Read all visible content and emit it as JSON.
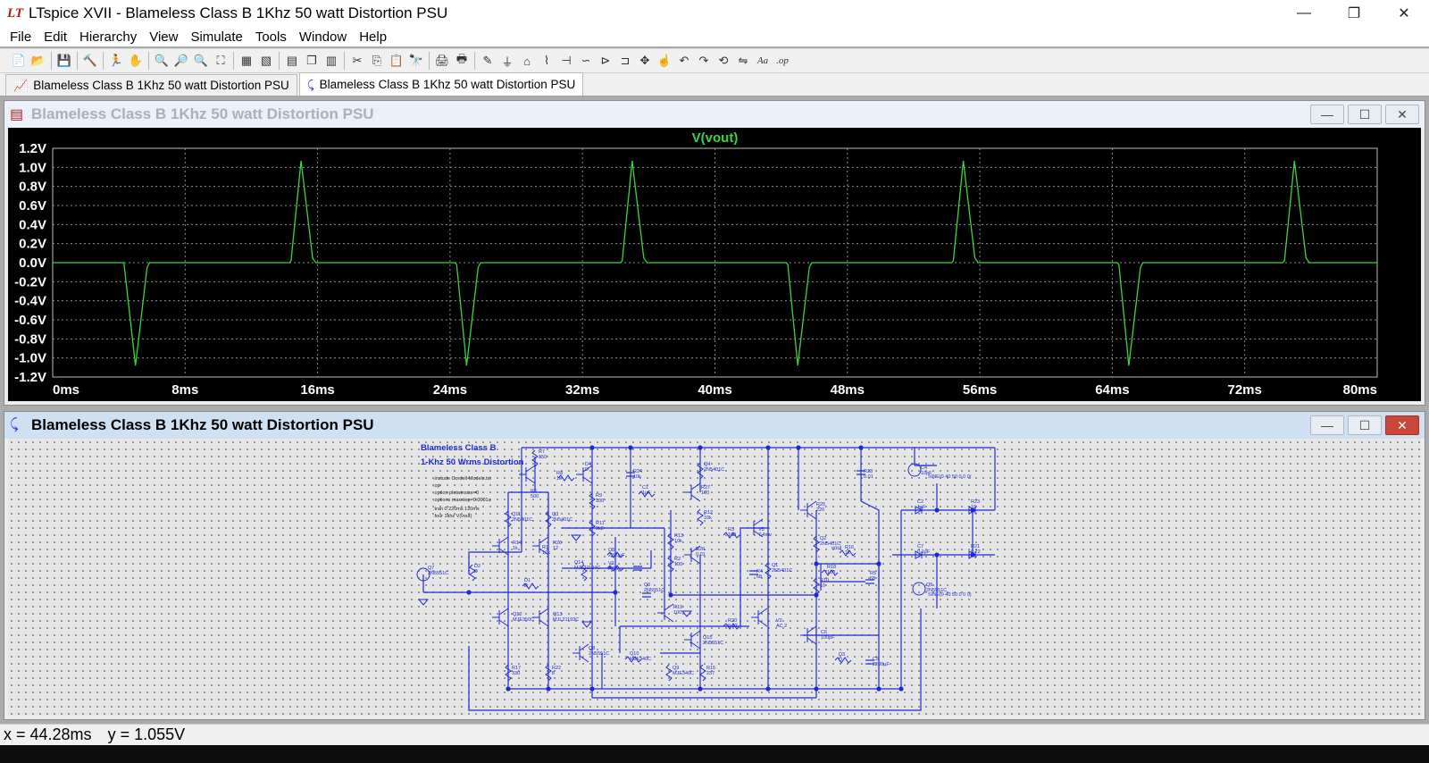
{
  "app": {
    "logo": "LT",
    "title": "LTspice XVII - Blameless Class B 1Khz 50 watt Distortion PSU"
  },
  "window_controls": [
    "—",
    "❐",
    "✕"
  ],
  "menu": [
    "File",
    "Edit",
    "Hierarchy",
    "View",
    "Simulate",
    "Tools",
    "Window",
    "Help"
  ],
  "toolbar_icons": [
    "new-schematic-icon",
    "open-icon",
    "sep",
    "save-icon",
    "sep",
    "control-panel-icon",
    "sep",
    "run-icon",
    "halt-icon",
    "sep",
    "zoom-in-icon",
    "zoom-pan-icon",
    "zoom-out-icon",
    "zoom-fit-icon",
    "sep",
    "autorange-icon",
    "delete-traces-icon",
    "sep",
    "tile-horizontal-icon",
    "cascade-icon",
    "tile-vertical-icon",
    "sep",
    "cut-icon",
    "copy-icon",
    "paste-icon",
    "find-icon",
    "sep",
    "print-setup-icon",
    "print-icon",
    "sep",
    "draw-wire-icon",
    "ground-icon",
    "label-net-icon",
    "resistor-icon",
    "capacitor-icon",
    "inductor-icon",
    "diode-icon",
    "component-icon",
    "move-icon",
    "drag-icon",
    "undo-icon",
    "redo-icon",
    "rotate-icon",
    "mirror-icon",
    "text-icon",
    "spice-directive-icon"
  ],
  "tabs": [
    {
      "label": "Blameless Class B 1Khz 50 watt Distortion PSU",
      "icon": "waveform-icon",
      "active": false
    },
    {
      "label": "Blameless Class B 1Khz 50 watt Distortion PSU",
      "icon": "schematic-icon",
      "active": true
    }
  ],
  "waveform_window": {
    "title": "Blameless Class B 1Khz 50 watt Distortion PSU",
    "controls": [
      "—",
      "☐",
      "✕"
    ]
  },
  "schematic_window": {
    "title": "Blameless Class B 1Khz 50 watt Distortion PSU",
    "controls": [
      "—",
      "☐",
      "✕"
    ]
  },
  "schematic": {
    "title_line1": "Blameless Class B",
    "title_line2": "1-Khz 50 Wrms Distortion",
    "directives": [
      ".include Cordell-Models.txt",
      ".op",
      ".option plotwinsize=0",
      ".options maxstep=0.0001u",
      ".tran 0 220ms 120ms",
      ".four 1khz V(vout)"
    ],
    "parts": [
      {
        "ref": "R7",
        "val": "150"
      },
      {
        "ref": "R8",
        "val": "1k"
      },
      {
        "ref": "Q4",
        "val": "2N5401C"
      },
      {
        "ref": "C1",
        "val": "1µF"
      },
      {
        "ref": "R9",
        "val": "100"
      },
      {
        "ref": "R11",
        "val": "2k2"
      },
      {
        "ref": "Q11",
        "val": "2N5401C"
      },
      {
        "ref": "Q3",
        "val": "2N5401C"
      },
      {
        "ref": "R12",
        "val": "10k"
      },
      {
        "ref": "R13",
        "val": "10k"
      },
      {
        "ref": "R2",
        "val": "100"
      },
      {
        "ref": "R3",
        "val": "100"
      },
      {
        "ref": "Q1",
        "val": "2N5401C"
      },
      {
        "ref": "Q2",
        "val": "2N5401C"
      },
      {
        "ref": "R10",
        "val": "10"
      },
      {
        "ref": "R16",
        "val": "1k"
      },
      {
        "ref": "R18",
        "val": "100"
      },
      {
        "ref": "Q14",
        "val": "MJL21194C"
      },
      {
        "ref": "C3",
        "val": "2200µF"
      },
      {
        "ref": "V1",
        "val": "AC 2"
      },
      {
        "ref": "D1",
        "val": "D"
      },
      {
        "ref": "D2",
        "val": "D"
      },
      {
        "ref": "R20",
        "val": "0.22"
      },
      {
        "ref": "Q10",
        "val": "MJE340C"
      },
      {
        "ref": "Q9",
        "val": "MJE340C"
      },
      {
        "ref": "R15",
        "val": "237"
      },
      {
        "ref": "R17",
        "val": "330"
      },
      {
        "ref": "R22",
        "val": "8"
      },
      {
        "ref": "D3",
        "val": "D"
      },
      {
        "ref": "D4",
        "val": "D"
      },
      {
        "ref": "R1",
        "val": "10k"
      },
      {
        "ref": "R6",
        "val": "500"
      },
      {
        "ref": "R24",
        "val": "10k"
      },
      {
        "ref": "R25",
        "val": "220"
      },
      {
        "ref": "C4",
        "val": "10pF"
      },
      {
        "ref": "C2",
        "val": "1pF"
      },
      {
        "ref": "R23",
        "val": "10"
      },
      {
        "ref": "C7",
        "val": "0.1µF"
      },
      {
        "ref": "R21",
        "val": "0.22"
      },
      {
        "ref": "V3",
        "val": "7.4mv"
      },
      {
        "ref": "R26",
        "val": "0.01"
      },
      {
        "ref": "V2",
        "val": "AC 2"
      },
      {
        "ref": "C6",
        "val": "100pF"
      },
      {
        "ref": "Q7",
        "val": "2N5551C"
      },
      {
        "ref": "Q5",
        "val": "2N5551C"
      },
      {
        "ref": "Q6",
        "val": "2N5551C"
      },
      {
        "ref": "R19",
        "val": "100"
      },
      {
        "ref": "Q12",
        "val": "MJE350C"
      },
      {
        "ref": "Q13",
        "val": "MJL21193C"
      },
      {
        "ref": "Q8",
        "val": "2N5551C"
      },
      {
        "ref": "Q15",
        "val": "2N5551C"
      },
      {
        "ref": "R27",
        "val": "100"
      },
      {
        "ref": "R28",
        "val": "0.01"
      },
      {
        "ref": "C5",
        "val": "2200µF"
      },
      {
        "ref": "R4",
        "val": "68"
      },
      {
        "ref": "R5",
        "val": "68"
      },
      {
        "ref": "R14",
        "val": "1k"
      },
      {
        "ref": "R26",
        "val": "12"
      }
    ],
    "sources": [
      "SINE(0 40 50 0 0 0)",
      "SINE(0 40 50 0 0 0)"
    ],
    "net_labels": [
      "vout"
    ]
  },
  "chart_data": {
    "type": "line",
    "title": "V(vout)",
    "xlabel": "",
    "ylabel": "",
    "xlim": [
      0,
      80
    ],
    "ylim": [
      -1.2,
      1.2
    ],
    "x_unit": "ms",
    "y_unit": "V",
    "grid": true,
    "xticks": [
      "0ms",
      "8ms",
      "16ms",
      "24ms",
      "32ms",
      "40ms",
      "48ms",
      "56ms",
      "64ms",
      "72ms",
      "80ms"
    ],
    "yticks": [
      "1.2V",
      "1.0V",
      "0.8V",
      "0.6V",
      "0.4V",
      "0.2V",
      "0.0V",
      "-0.2V",
      "-0.4V",
      "-0.6V",
      "-0.8V",
      "-1.0V",
      "-1.2V"
    ],
    "series": [
      {
        "name": "V(vout)",
        "color": "#3ad63a",
        "x": [
          0,
          4.3,
          5.0,
          5.7,
          5.85,
          14.3,
          14.4,
          15.0,
          15.7,
          15.9,
          24.3,
          24.4,
          25.0,
          25.7,
          25.85,
          34.3,
          34.4,
          35.0,
          35.7,
          35.9,
          44.3,
          44.4,
          45.0,
          45.7,
          45.85,
          54.3,
          54.4,
          55.0,
          55.7,
          55.9,
          64.3,
          64.4,
          65.0,
          65.7,
          65.85,
          74.3,
          74.4,
          75.0,
          75.7,
          75.9,
          80
        ],
        "y": [
          0,
          0,
          -1.08,
          -0.05,
          0,
          0,
          0.02,
          1.07,
          0.05,
          0,
          0,
          -0.02,
          -1.08,
          -0.05,
          0,
          0,
          0.02,
          1.07,
          0.05,
          0,
          0,
          -0.02,
          -1.08,
          -0.05,
          0,
          0,
          0.02,
          1.07,
          0.05,
          0,
          0,
          -0.02,
          -1.08,
          -0.05,
          0,
          0,
          0.02,
          1.07,
          0.05,
          0,
          0
        ]
      }
    ]
  },
  "colors": {
    "plot_bg": "#000000",
    "trace": "#3ad63a",
    "grid": "#8a8a8a",
    "wire": "#1f2ad6",
    "titlebar_active": "#cfe0f3",
    "titlebar_inactive": "#eaf1f9"
  },
  "status": {
    "x_label": "x = 44.28ms",
    "y_label": "y = 1.055V"
  }
}
